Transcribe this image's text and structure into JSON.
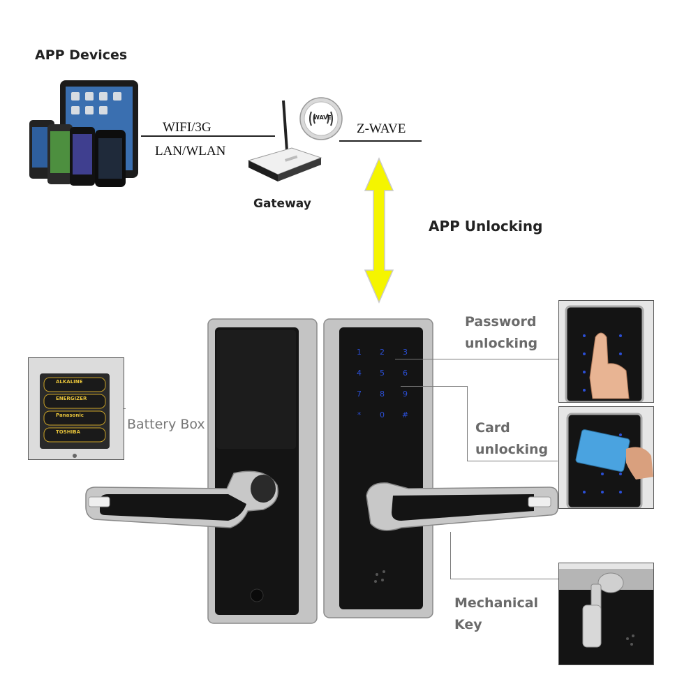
{
  "top": {
    "app_devices_label": "APP Devices",
    "wifi_label": "WIFI/3G",
    "lan_label": "LAN/WLAN",
    "zwave_label": "Z-WAVE",
    "zwave_logo_text": "WAVE",
    "gateway_label": "Gateway",
    "app_unlocking_label": "APP Unlocking"
  },
  "features": {
    "battery_box_label": "Battery Box",
    "password_unlocking_label_1": "Password",
    "password_unlocking_label_2": "unlocking",
    "card_unlocking_label_1": "Card",
    "card_unlocking_label_2": "unlocking",
    "mechanical_key_label_1": "Mechanical",
    "mechanical_key_label_2": "Key"
  },
  "keypad": {
    "keys": [
      "1",
      "2",
      "3",
      "4",
      "5",
      "6",
      "7",
      "8",
      "9",
      "*",
      "0",
      "#"
    ]
  },
  "battery_labels": [
    "ALKALINE",
    "ENERGIZER",
    "Panasonic",
    "TOSHIBA"
  ],
  "colors": {
    "arrow_yellow": "#f5f500",
    "lock_black": "#141414",
    "lock_silver": "#b8b8b8",
    "keypad_blue": "#2b4fd6",
    "line_gray": "#7a7a7a"
  }
}
